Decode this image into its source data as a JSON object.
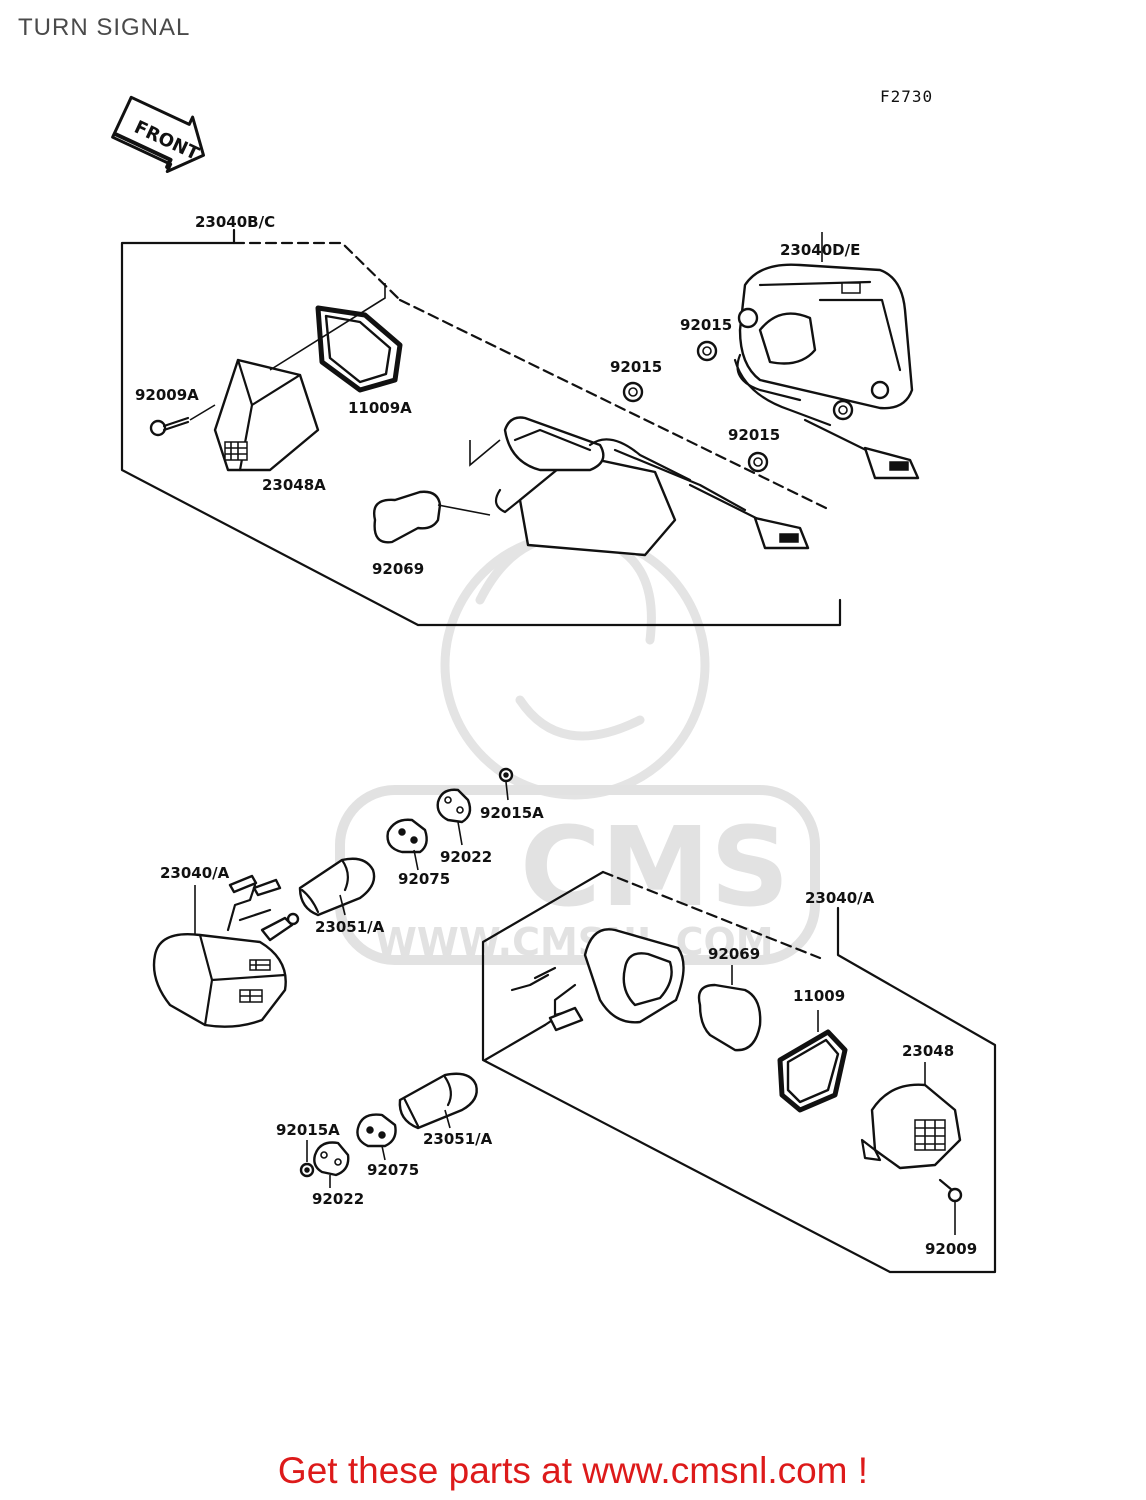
{
  "page": {
    "title": "TURN SIGNAL"
  },
  "diagram": {
    "figure_code": "F2730",
    "front_arrow_label": "FRONT",
    "callouts": [
      {
        "id": "c1",
        "label": "23040B/C"
      },
      {
        "id": "c2",
        "label": "23040D/E"
      },
      {
        "id": "c3",
        "label": "92015"
      },
      {
        "id": "c4",
        "label": "92015"
      },
      {
        "id": "c5",
        "label": "92015"
      },
      {
        "id": "c6",
        "label": "92009A"
      },
      {
        "id": "c7",
        "label": "11009A"
      },
      {
        "id": "c8",
        "label": "23048A"
      },
      {
        "id": "c9",
        "label": "92069"
      },
      {
        "id": "c10",
        "label": "92015A"
      },
      {
        "id": "c11",
        "label": "92022"
      },
      {
        "id": "c12",
        "label": "92075"
      },
      {
        "id": "c13",
        "label": "23040/A"
      },
      {
        "id": "c14",
        "label": "23051/A"
      },
      {
        "id": "c15",
        "label": "23040/A"
      },
      {
        "id": "c16",
        "label": "92069"
      },
      {
        "id": "c17",
        "label": "11009"
      },
      {
        "id": "c18",
        "label": "23048"
      },
      {
        "id": "c19",
        "label": "92015A"
      },
      {
        "id": "c20",
        "label": "92075"
      },
      {
        "id": "c21",
        "label": "23051/A"
      },
      {
        "id": "c22",
        "label": "92022"
      },
      {
        "id": "c23",
        "label": "92009"
      }
    ],
    "watermark": {
      "brand": "CMS",
      "url": "WWW.CMSNL.COM"
    }
  },
  "footer": {
    "text": "Get these parts at www.cmsnl.com !",
    "color": "#dd1a1a"
  }
}
